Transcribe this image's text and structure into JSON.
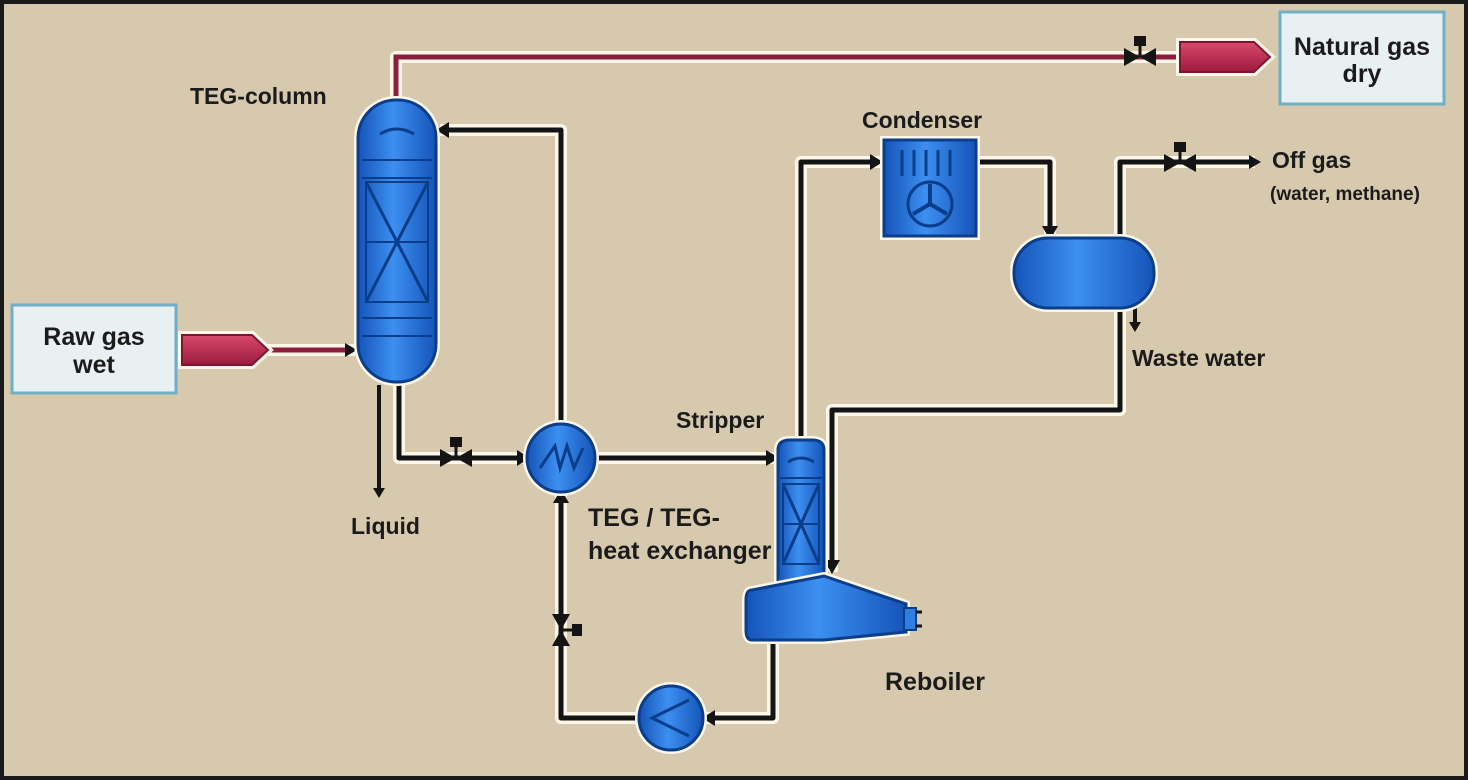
{
  "labels": {
    "teg_column": "TEG-column",
    "natural_gas_line1": "Natural gas",
    "natural_gas_line2": "dry",
    "condenser": "Condenser",
    "off_gas_line1": "Off gas",
    "off_gas_line2": "(water, methane)",
    "waste_water": "Waste water",
    "raw_gas_line1": "Raw gas",
    "raw_gas_line2": "wet",
    "stripper": "Stripper",
    "liquid": "Liquid",
    "heat_exchanger_line1": "TEG / TEG-",
    "heat_exchanger_line2": "heat exchanger",
    "reboiler": "Reboiler"
  },
  "colors": {
    "background": "#d7c9ad",
    "equipment_blue": "#2f7fe0",
    "gas_stream": "#b5234a",
    "pipe": "#141414",
    "label_box": "#e8f0f2"
  }
}
